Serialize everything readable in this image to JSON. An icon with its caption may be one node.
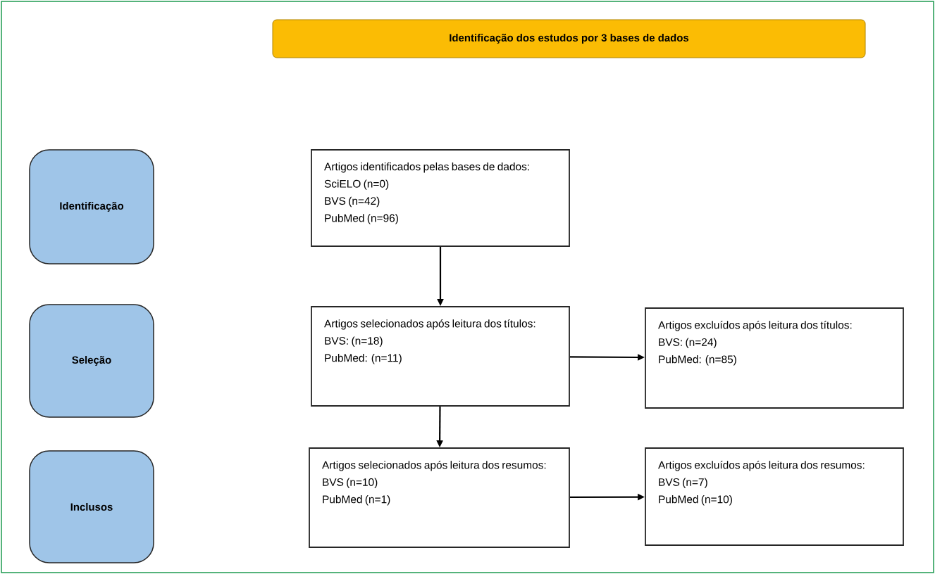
{
  "diagram": {
    "nodes": [
      {
        "text": [
          "Identificação dos estudos por 3 bases de dados"
        ]
      },
      {
        "text": [
          "Identificação"
        ]
      },
      {
        "text": [
          "Seleção"
        ]
      },
      {
        "text": [
          "Inclusos"
        ]
      },
      {
        "text": [
          "Artigos identificados pelas bases de dados:",
          "SciELO (n=0)",
          "BVS (n=42)",
          "PubMed (n=96)"
        ]
      },
      {
        "text": [
          "Artigos selecionados após leitura dos títulos:",
          "BVS: (n=18)",
          "PubMed: (n=11)"
        ]
      },
      {
        "text": [
          "Artigos excluídos após leitura dos títulos:",
          "BVS: (n=24)",
          "PubMed: (n=85)"
        ]
      },
      {
        "text": [
          "Artigos selecionados após leitura dos resumos:",
          "BVS (n=10)",
          "PubMed (n=1)"
        ]
      },
      {
        "text": [
          "Artigos excluídos após leitura dos resumos:",
          "BVS (n=7)",
          "PubMed (n=10)"
        ]
      }
    ],
    "edges": [
      {
        "from": 4,
        "to": 5,
        "arrow": "to"
      },
      {
        "from": 5,
        "to": 6,
        "arrow": "to"
      },
      {
        "from": 5,
        "to": 7,
        "arrow": "to"
      },
      {
        "from": 7,
        "to": 8,
        "arrow": "to"
      }
    ]
  }
}
